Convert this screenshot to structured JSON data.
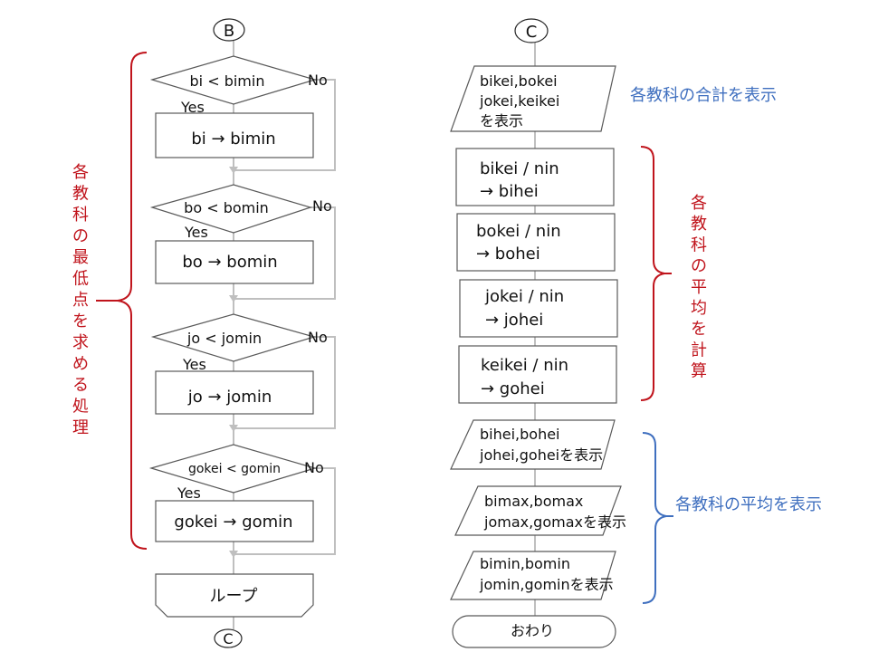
{
  "left": {
    "connector_top": "B",
    "connector_bottom": "C",
    "steps": [
      {
        "condition": "bi < bimin",
        "action": "bi → bimin",
        "yes": "Yes",
        "no": "No"
      },
      {
        "condition": "bo < bomin",
        "action": "bo → bomin",
        "yes": "Yes",
        "no": "No"
      },
      {
        "condition": "jo < jomin",
        "action": "jo → jomin",
        "yes": "Yes",
        "no": "No"
      },
      {
        "condition": "gokei < gomin",
        "action": "gokei → gomin",
        "yes": "Yes",
        "no": "No"
      }
    ],
    "loop_end": "ループ",
    "annotation": "各教科の最低点を求める処理"
  },
  "right": {
    "connector_top": "C",
    "output_totals": [
      "bikei,bokei",
      "jokei,keikei",
      "を表示"
    ],
    "calc_boxes": [
      [
        "bikei / nin",
        "→ bihei"
      ],
      [
        "bokei / nin",
        "→ bohei"
      ],
      [
        "jokei / nin",
        "→ johei"
      ],
      [
        "keikei / nin",
        "→ gohei"
      ]
    ],
    "output_averages": [
      "bihei,bohei",
      "johei,goheiを表示"
    ],
    "output_max": [
      "bimax,bomax",
      "jomax,gomaxを表示"
    ],
    "output_min": [
      "bimin,bomin",
      "jomin,gominを表示"
    ],
    "end_label": "おわり",
    "annotation_totals": "各教科の合計を表示",
    "annotation_calc": "各教科の平均を計算",
    "annotation_display": "各教科の平均を表示"
  },
  "colors": {
    "flow_line": "#bfbfbf",
    "shape_stroke": "#595959",
    "red": "#c0141c",
    "blue": "#3f6fbf"
  }
}
